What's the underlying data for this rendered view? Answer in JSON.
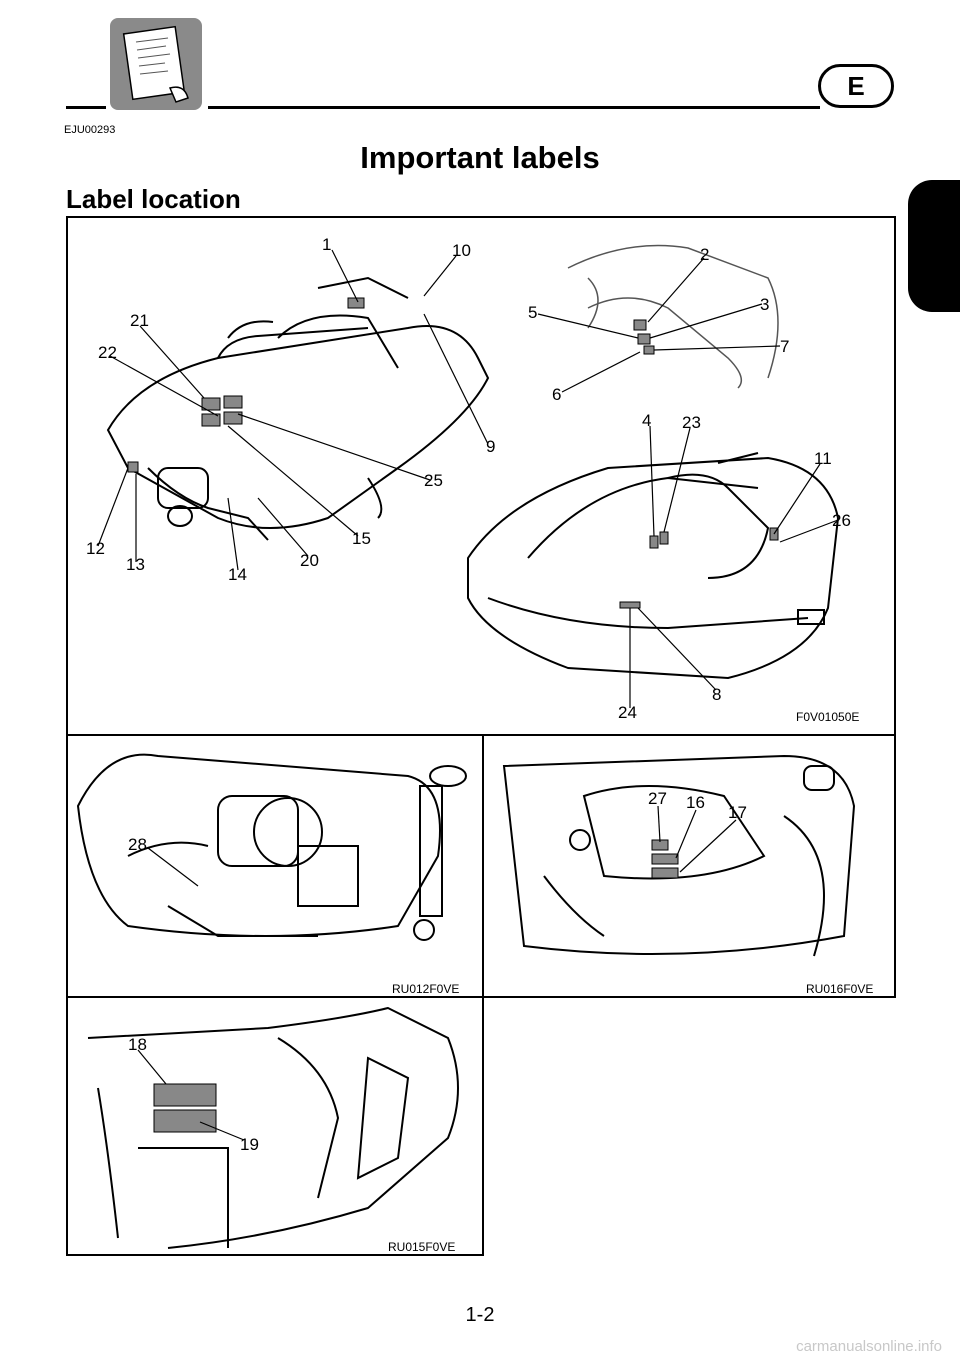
{
  "header": {
    "icon": "owners-manual-book-icon",
    "language_badge": "E",
    "doc_code": "EJU00293"
  },
  "page_title": "Important labels",
  "section_title": "Label location",
  "figures": {
    "main_left": {
      "callouts": [
        "1",
        "10",
        "21",
        "22",
        "9",
        "25",
        "15",
        "12",
        "13",
        "14",
        "20"
      ]
    },
    "main_top_right": {
      "callouts": [
        "2",
        "3",
        "5",
        "7",
        "6"
      ]
    },
    "main_bottom_right": {
      "callouts": [
        "4",
        "23",
        "11",
        "26",
        "8",
        "24"
      ]
    },
    "main_code": "F0V01050E",
    "engine_left": {
      "callouts": [
        "28"
      ],
      "code": "RU012F0VE"
    },
    "engine_right": {
      "callouts": [
        "27",
        "16",
        "17"
      ],
      "code": "RU016F0VE"
    },
    "rear_compartment": {
      "callouts": [
        "18",
        "19"
      ],
      "code": "RU015F0VE"
    }
  },
  "page_number": "1-2",
  "watermark": "carmanualsonline.info"
}
